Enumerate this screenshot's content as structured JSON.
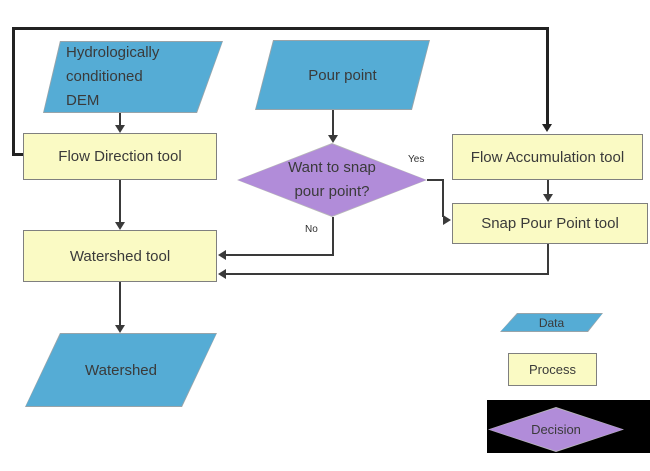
{
  "diagram": {
    "nodes": {
      "dem": {
        "type": "data",
        "line1": "Hydrologically",
        "line2": "conditioned",
        "line3": "DEM"
      },
      "pour_point": {
        "type": "data",
        "label": "Pour point"
      },
      "flow_direction": {
        "type": "process",
        "label": "Flow Direction tool"
      },
      "decision": {
        "type": "decision",
        "line1": "Want to snap",
        "line2": "pour point?"
      },
      "flow_accumulation": {
        "type": "process",
        "label": "Flow Accumulation tool"
      },
      "snap_pour_point": {
        "type": "process",
        "label": "Snap Pour Point tool"
      },
      "watershed_tool": {
        "type": "process",
        "label": "Watershed tool"
      },
      "watershed": {
        "type": "data",
        "label": "Watershed"
      }
    },
    "edges": {
      "yes_label": "Yes",
      "no_label": "No"
    },
    "legend": {
      "data_label": "Data",
      "process_label": "Process",
      "decision_label": "Decision"
    },
    "colors": {
      "data_fill": "#55ACD5",
      "process_fill": "#FAFAC4",
      "decision_fill": "#B18CD9",
      "connector": "#3A3A3A",
      "text": "#3A3A3A",
      "legend_patch_bg": "#000000"
    }
  }
}
